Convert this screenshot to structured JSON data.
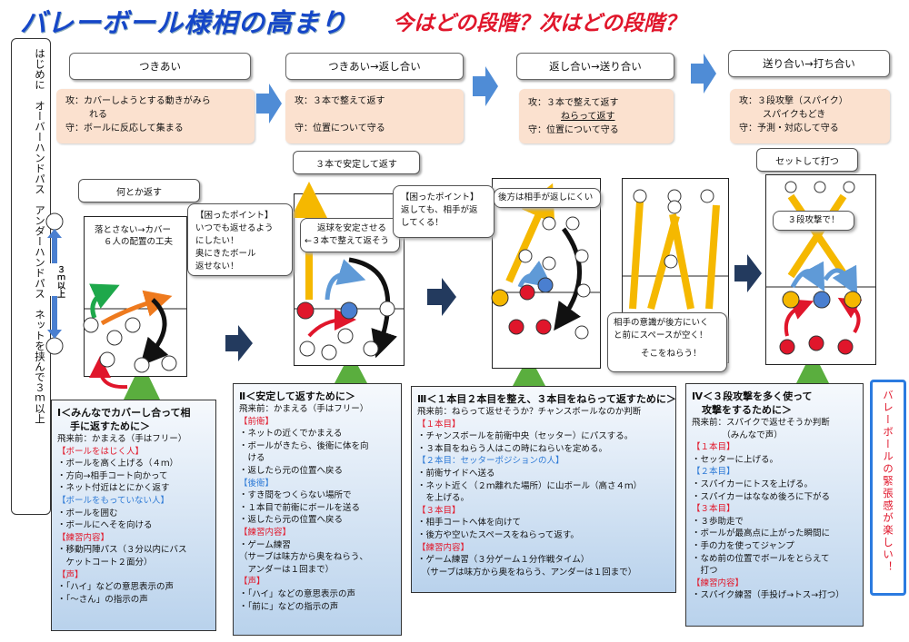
{
  "title": "バレーボール様相の高まり",
  "subtitle": "今はどの段階？次はどの段階？",
  "side_panel": {
    "col1": "はじめに　オーバーハンドパス　アンダーハンドパス　ネットを挟んで３ｍ以上",
    "distance": "３ｍ以上"
  },
  "stages": [
    {
      "name": "つきあい",
      "attack1": "攻：カバーしようとする動きがみら",
      "attack2": "れる",
      "defend": "守：ボールに反応して集まる"
    },
    {
      "name": "つきあい→返し合い",
      "attack1": "攻：３本で整えて返す",
      "attack2": "",
      "defend": "守：位置について守る"
    },
    {
      "name": "返し合い→送り合い",
      "attack1": "攻：３本で整えて返す",
      "attack2": "ねらって返す",
      "defend": "守：位置について守る"
    },
    {
      "name": "送り合い→打ち合い",
      "attack1": "攻：３段攻撃（スパイク）",
      "attack2": "スパイクもどき",
      "defend": "守：予測・対応して守る"
    }
  ],
  "labels": {
    "l1": "何とか返す",
    "l2": "３本で安定して返す",
    "l4": "セットして打つ"
  },
  "callouts": {
    "c1": [
      "落とさない→カバー",
      "６人の配置の工夫"
    ],
    "c2": [
      "【困ったポイント】",
      "いつでも返せるよう",
      "にしたい！",
      "奥にきたボール",
      "返せない！"
    ],
    "c3": [
      "返球を安定させる",
      "←３本で整えて返そう"
    ],
    "c4": [
      "【困ったポイント】",
      "返しても、相手が返",
      "してくる！"
    ],
    "c5": [
      "後方は相手が返しにくい"
    ],
    "c6": [
      "相手の意識が後方にいく",
      "と前にスペースが空く！",
      "",
      "そこをねらう！"
    ],
    "c7": [
      "３段攻撃で！"
    ]
  },
  "panels": [
    {
      "head": [
        "Ⅰ＜みんなでカバーし合って相",
        "手に返すために＞"
      ],
      "lines": [
        {
          "t": "飛来前：かまえる（手はフリー）",
          "c": ""
        },
        {
          "t": "【ボールをはじく人】",
          "c": "red"
        },
        {
          "t": "・ボールを高く上げる（４ｍ）",
          "c": ""
        },
        {
          "t": "・方向→相手コート向かって",
          "c": ""
        },
        {
          "t": "・ネット付近はとにかく返す",
          "c": ""
        },
        {
          "t": "【ボールをもっていない人】",
          "c": "blue"
        },
        {
          "t": "・ボールを囲む",
          "c": ""
        },
        {
          "t": "・ボールにへそを向ける",
          "c": ""
        },
        {
          "t": "【練習内容】",
          "c": "red"
        },
        {
          "t": "・移動円陣パス（３分以内にバス",
          "c": ""
        },
        {
          "t": "　ケットコート２面分）",
          "c": ""
        },
        {
          "t": "【声】",
          "c": "red"
        },
        {
          "t": "・「ハイ」などの意思表示の声",
          "c": ""
        },
        {
          "t": "・「～さん」の指示の声",
          "c": ""
        }
      ]
    },
    {
      "head": [
        "Ⅱ＜安定して返すために＞"
      ],
      "lines": [
        {
          "t": "飛来前：かまえる（手はフリー）",
          "c": ""
        },
        {
          "t": "【前衛】",
          "c": "red"
        },
        {
          "t": "・ネットの近くでかまえる",
          "c": ""
        },
        {
          "t": "・ボールがきたら、後衛に体を向",
          "c": ""
        },
        {
          "t": "　ける",
          "c": ""
        },
        {
          "t": "・返したら元の位置へ戻る",
          "c": ""
        },
        {
          "t": "【後衛】",
          "c": "blue"
        },
        {
          "t": "・すき間をつくらない場所で",
          "c": ""
        },
        {
          "t": "・１本目で前衛にボールを送る",
          "c": ""
        },
        {
          "t": "・返したら元の位置へ戻る",
          "c": ""
        },
        {
          "t": "【練習内容】",
          "c": "red"
        },
        {
          "t": "・ゲーム練習",
          "c": ""
        },
        {
          "t": "（サーブは味方から奥をねらう、",
          "c": ""
        },
        {
          "t": "　アンダーは１回まで）",
          "c": ""
        },
        {
          "t": "【声】",
          "c": "red"
        },
        {
          "t": "・「ハイ」などの意思表示の声",
          "c": ""
        },
        {
          "t": "・「前に」などの指示の声",
          "c": ""
        }
      ]
    },
    {
      "head": [
        "Ⅲ＜１本目２本目を整え、３本目をねらって返すために＞"
      ],
      "lines": [
        {
          "t": "飛来前：ねらって返せそうか？チャンスボールなのか判断",
          "c": ""
        },
        {
          "t": "【１本目】",
          "c": "red"
        },
        {
          "t": "・チャンスボールを前衛中央（セッター）にパスする。",
          "c": ""
        },
        {
          "t": "・３本目をねらう人はこの時にねらいを定める。",
          "c": ""
        },
        {
          "t": "【２本目：セッターポジションの人】",
          "c": "blue"
        },
        {
          "t": "・前衛サイドへ送る",
          "c": ""
        },
        {
          "t": "・ネット近く（２ｍ離れた場所）に山ボール（高さ４ｍ）",
          "c": ""
        },
        {
          "t": "　を上げる。",
          "c": ""
        },
        {
          "t": "【３本目】",
          "c": "red"
        },
        {
          "t": "・相手コートへ体を向けて",
          "c": ""
        },
        {
          "t": "・後方や空いたスペースをねらって返す。",
          "c": ""
        },
        {
          "t": "【練習内容】",
          "c": "red"
        },
        {
          "t": "・ゲーム練習（３分ゲーム１分作戦タイム）",
          "c": ""
        },
        {
          "t": "　（サーブは味方から奥をねらう、アンダーは１回まで）",
          "c": ""
        }
      ]
    },
    {
      "head": [
        "Ⅳ＜３段攻撃を多く使って",
        "　攻撃をするために＞"
      ],
      "lines": [
        {
          "t": "飛来前：スパイクで返せそうか判断",
          "c": ""
        },
        {
          "t": "　　　　（みんなで声）",
          "c": ""
        },
        {
          "t": "【１本目】",
          "c": "red"
        },
        {
          "t": "・セッターに上げる。",
          "c": ""
        },
        {
          "t": "【２本目】",
          "c": "blue"
        },
        {
          "t": "・スパイカーにトスを上げる。",
          "c": ""
        },
        {
          "t": "・スパイカーはななめ後ろに下がる",
          "c": ""
        },
        {
          "t": "【３本目】",
          "c": "red"
        },
        {
          "t": "・３歩助走で",
          "c": ""
        },
        {
          "t": "・ボールが最高点に上がった瞬間に",
          "c": ""
        },
        {
          "t": "・手の力を使ってジャンプ",
          "c": ""
        },
        {
          "t": "・なめ前の位置でボールをとらえて",
          "c": ""
        },
        {
          "t": "　打つ",
          "c": ""
        },
        {
          "t": "【練習内容】",
          "c": "red"
        },
        {
          "t": "・スパイク練習（手投げ→トス→打つ）",
          "c": ""
        }
      ]
    }
  ],
  "slogan": "バレーボールの緊張感が楽しい！"
}
